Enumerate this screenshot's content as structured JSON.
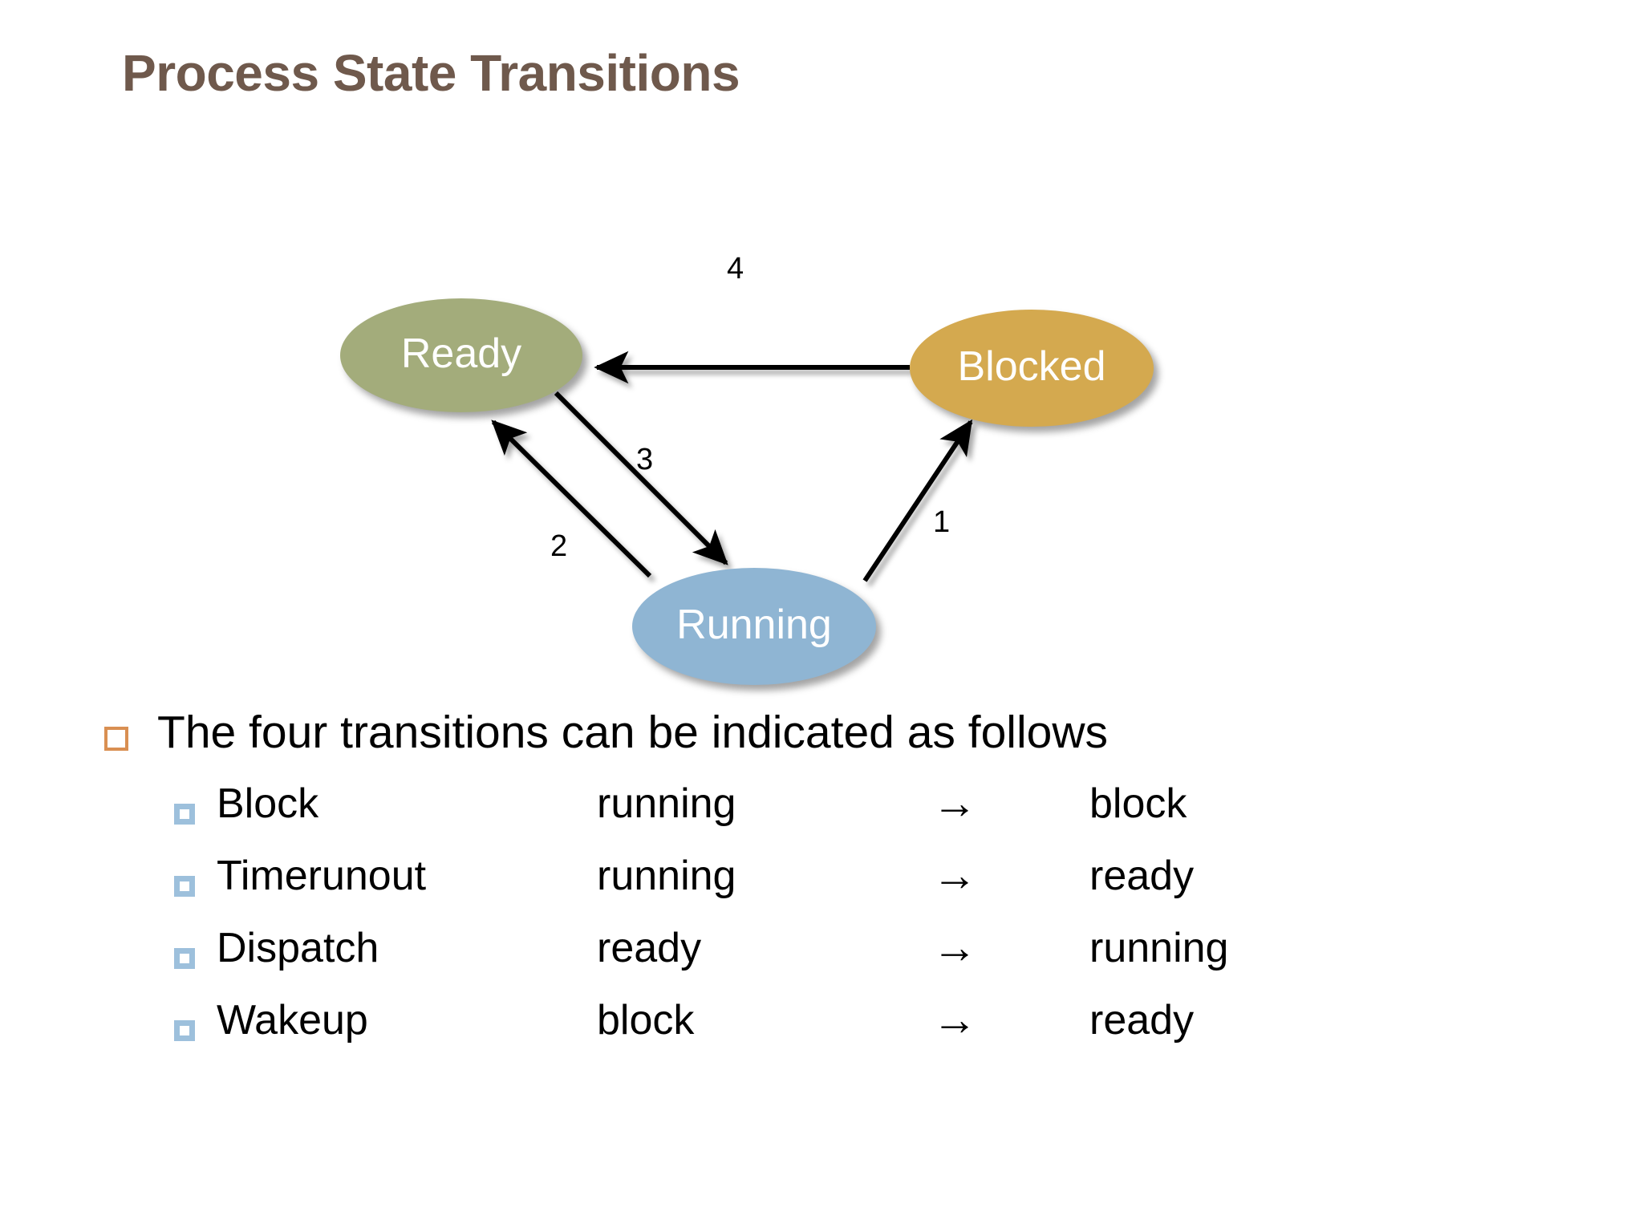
{
  "slide": {
    "title": "Process State Transitions",
    "title_color": "#6f594c",
    "background": "#ffffff"
  },
  "diagram": {
    "type": "state-transition-diagram",
    "nodes": [
      {
        "id": "ready",
        "label": "Ready",
        "color": "#a3ac7b",
        "text_color": "#ffffff"
      },
      {
        "id": "blocked",
        "label": "Blocked",
        "color": "#d4a94f",
        "text_color": "#ffffff"
      },
      {
        "id": "running",
        "label": "Running",
        "color": "#8fb5d3",
        "text_color": "#ffffff"
      }
    ],
    "edges": [
      {
        "label": "1",
        "from": "running",
        "to": "blocked"
      },
      {
        "label": "2",
        "from": "running",
        "to": "ready"
      },
      {
        "label": "3",
        "from": "ready",
        "to": "running"
      },
      {
        "label": "4",
        "from": "blocked",
        "to": "ready"
      }
    ]
  },
  "body": {
    "lead_bullet": {
      "marker": "open-square-bullet",
      "marker_color": "#d98f52",
      "text": "The four transitions can be indicated as follows"
    },
    "sub_marker": "filled-square-bullet",
    "sub_marker_color": "#9dc0dc",
    "arrow_glyph": "→",
    "transitions": [
      {
        "name": "Block",
        "from": "running",
        "arrow": "→",
        "to": "block"
      },
      {
        "name": "Timerunout",
        "from": "running",
        "arrow": "→",
        "to": "ready"
      },
      {
        "name": "Dispatch",
        "from": "ready",
        "arrow": "→",
        "to": "running"
      },
      {
        "name": "Wakeup",
        "from": "block",
        "arrow": "→",
        "to": "ready"
      }
    ]
  }
}
